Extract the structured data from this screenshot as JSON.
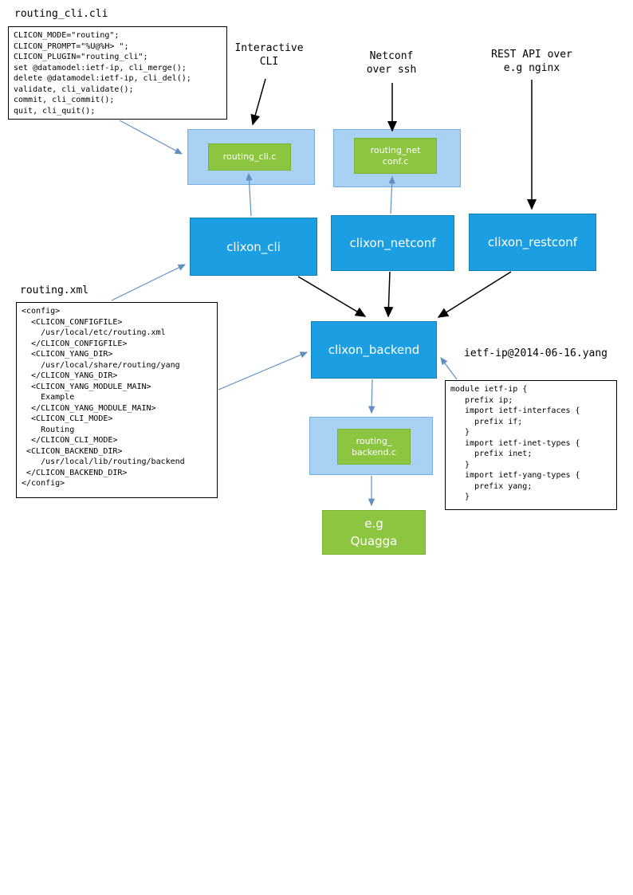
{
  "colors": {
    "node_blue": "#1b9fe2",
    "node_light_blue": "#a9d1f3",
    "node_green": "#8cc640",
    "arrow_blue": "#6090c0",
    "arrow_black": "#000000"
  },
  "files": {
    "routing_cli": {
      "title": "routing_cli.cli",
      "code": "CLICON_MODE=\"routing\";\nCLICON_PROMPT=\"%U@%H> \";\nCLICON_PLUGIN=\"routing_cli\";\nset @datamodel:ietf-ip, cli_merge();\ndelete @datamodel:ietf-ip, cli_del();\nvalidate, cli_validate();\ncommit, cli_commit();\nquit, cli_quit();"
    },
    "routing_xml": {
      "title": "routing.xml",
      "code": "<config>\n  <CLICON_CONFIGFILE>\n    /usr/local/etc/routing.xml\n  </CLICON_CONFIGFILE>\n  <CLICON_YANG_DIR>\n    /usr/local/share/routing/yang\n  </CLICON_YANG_DIR>\n  <CLICON_YANG_MODULE_MAIN>\n    Example\n  </CLICON_YANG_MODULE_MAIN>\n  <CLICON_CLI_MODE>\n    Routing\n  </CLICON_CLI_MODE>\n <CLICON_BACKEND_DIR>\n    /usr/local/lib/routing/backend\n </CLICON_BACKEND_DIR>\n</config>"
    },
    "ietf_yang": {
      "title": "ietf-ip@2014-06-16.yang",
      "code": "module ietf-ip {\n   prefix ip;\n   import ietf-interfaces {\n     prefix if;\n   }\n   import ietf-inet-types {\n     prefix inet;\n   }\n   import ietf-yang-types {\n     prefix yang;\n   }"
    }
  },
  "annotations": {
    "interactive_cli": "Interactive\nCLI",
    "netconf_ssh": "Netconf\nover ssh",
    "rest_api": "REST API over\ne.g nginx"
  },
  "nodes": {
    "routing_cli_c": "routing_cli.c",
    "routing_netconf_c": "routing_net\nconf.c",
    "clixon_cli": "clixon_cli",
    "clixon_netconf": "clixon_netconf",
    "clixon_restconf": "clixon_restconf",
    "clixon_backend": "clixon_backend",
    "routing_backend_c": "routing_\nbackend.c",
    "quagga": "e.g\nQuagga"
  }
}
